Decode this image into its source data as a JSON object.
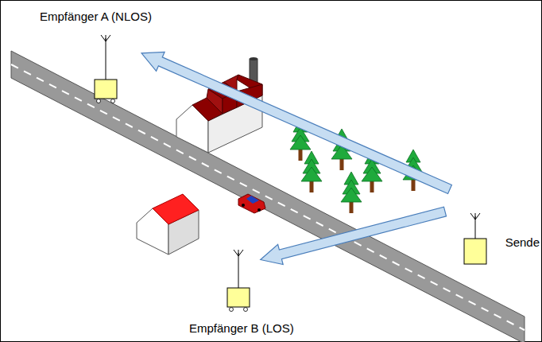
{
  "diagram": {
    "labels": [
      "Empfänger A (NLOS)",
      "Sende",
      "Empfänger B (LOS)"
    ]
  }
}
